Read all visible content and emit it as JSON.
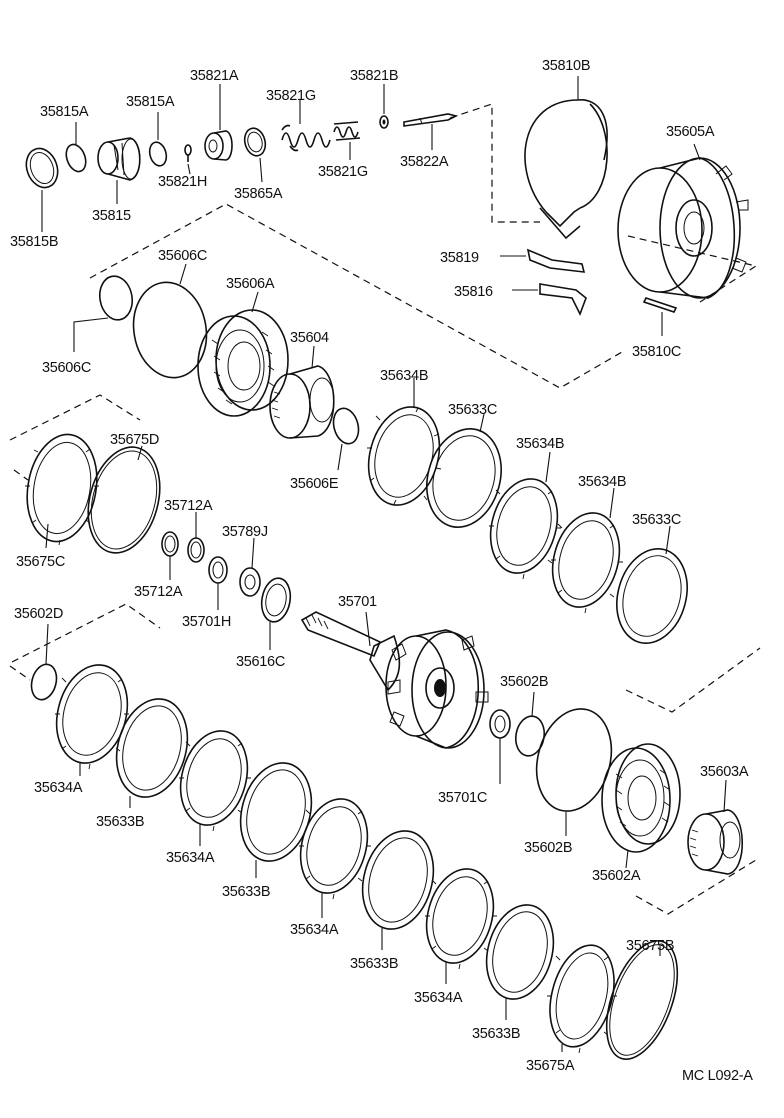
{
  "diagram_code": "MC L092-A",
  "labels": {
    "p35815A_1": "35815A",
    "p35815A_2": "35815A",
    "p35821A": "35821A",
    "p35821G_1": "35821G",
    "p35821B": "35821B",
    "p35810B": "35810B",
    "p35605A": "35605A",
    "p35815B": "35815B",
    "p35815": "35815",
    "p35821H": "35821H",
    "p35865A": "35865A",
    "p35821G_2": "35821G",
    "p35822A": "35822A",
    "p35819": "35819",
    "p35816": "35816",
    "p35810C": "35810C",
    "p35606C_1": "35606C",
    "p35606A": "35606A",
    "p35604": "35604",
    "p35606C_2": "35606C",
    "p35634B_1": "35634B",
    "p35633C_1": "35633C",
    "p35634B_2": "35634B",
    "p35634B_3": "35634B",
    "p35633C_2": "35633C",
    "p35606E": "35606E",
    "p35675D": "35675D",
    "p35712A_1": "35712A",
    "p35789J": "35789J",
    "p35675C": "35675C",
    "p35712A_2": "35712A",
    "p35701H": "35701H",
    "p35701": "35701",
    "p35616C": "35616C",
    "p35602D": "35602D",
    "p35602B_1": "35602B",
    "p35603A": "35603A",
    "p35634A_1": "35634A",
    "p35633B_1": "35633B",
    "p35634A_2": "35634A",
    "p35633B_2": "35633B",
    "p35634A_3": "35634A",
    "p35633B_3": "35633B",
    "p35634A_4": "35634A",
    "p35633B_4": "35633B",
    "p35675A": "35675A",
    "p35675B": "35675B",
    "p35701C": "35701C",
    "p35602B_2": "35602B",
    "p35602A": "35602A"
  }
}
